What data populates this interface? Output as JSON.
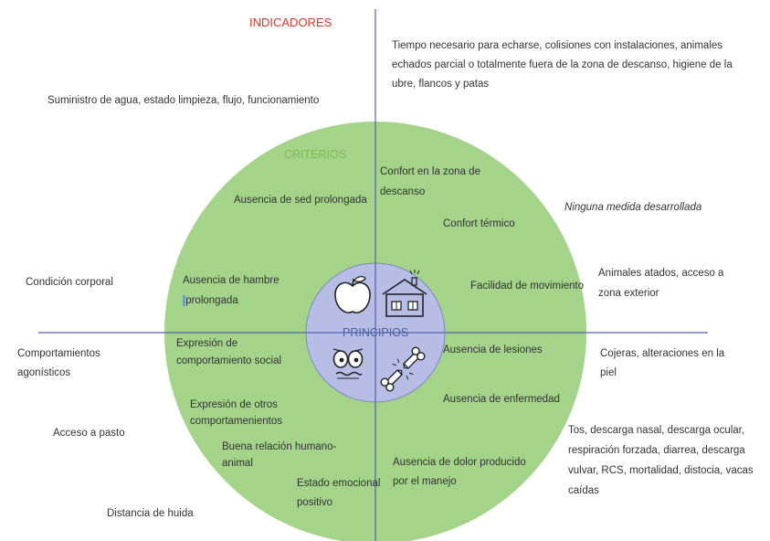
{
  "colors": {
    "outer_circle": "#9ccf80",
    "inner_circle": "#b8bde6",
    "axis_line": "#5264a8",
    "indicadores_label": "#d9372b",
    "criterios_label": "#7bbf50",
    "principios_label": "#4d5f9e"
  },
  "labels": {
    "indicadores": "INDICADORES",
    "criterios": "CRITERIOS",
    "principios": "PRINCIPIOS"
  },
  "criterios": {
    "sed": "Ausencia de sed prolongada",
    "hambre_1": "Ausencia de hambre",
    "hambre_2": "prolongada",
    "confort_descanso_1": "Confort en la zona de",
    "confort_descanso_2": "descanso",
    "confort_termico": "Confort térmico",
    "movimiento": "Facilidad de movimiento",
    "lesiones": "Ausencia de lesiones",
    "enfermedad": "Ausencia de enfermedad",
    "dolor_1": "Ausencia de dolor producido",
    "dolor_2": "por el manejo",
    "social_1": "Expresión de",
    "social_2": "comportamiento  social",
    "otros_1": "Expresión de otros",
    "otros_2": "comportamenientos",
    "humano_1": "Buena relación humano-",
    "humano_2": "animal",
    "emocional_1": "Estado emocional",
    "emocional_2": "positivo"
  },
  "indicadores": {
    "agua": "Suministro de agua, estado limpieza, flujo, funcionamiento",
    "tiempo_1": "Tiempo necesario para echarse, colisiones con instalaciones, animales",
    "tiempo_2": "echados parcial o totalmente fuera de la zona de descanso, higiene de la",
    "tiempo_3": "ubre, flancos y patas",
    "ninguna": "Ninguna medida desarrollada",
    "condicion": "Condición corporal",
    "atados_1": "Animales atados, acceso a",
    "atados_2": "zona exterior",
    "agonisticos_1": "Comportamientos",
    "agonisticos_2": "agonísticos",
    "cojeras_1": "Cojeras, alteraciones en la",
    "cojeras_2": "piel",
    "pasto": "Acceso a pasto",
    "tos_1": "Tos, descarga nasal, descarga ocular,",
    "tos_2": "respiración forzada, diarrea, descarga",
    "tos_3": "vulvar, RCS, mortalidad, distocia, vacas",
    "tos_4": "caídas",
    "huida": "Distancia de huida"
  },
  "icons": [
    "apple-icon",
    "house-icon",
    "worried-face-icon",
    "broken-bone-icon"
  ]
}
